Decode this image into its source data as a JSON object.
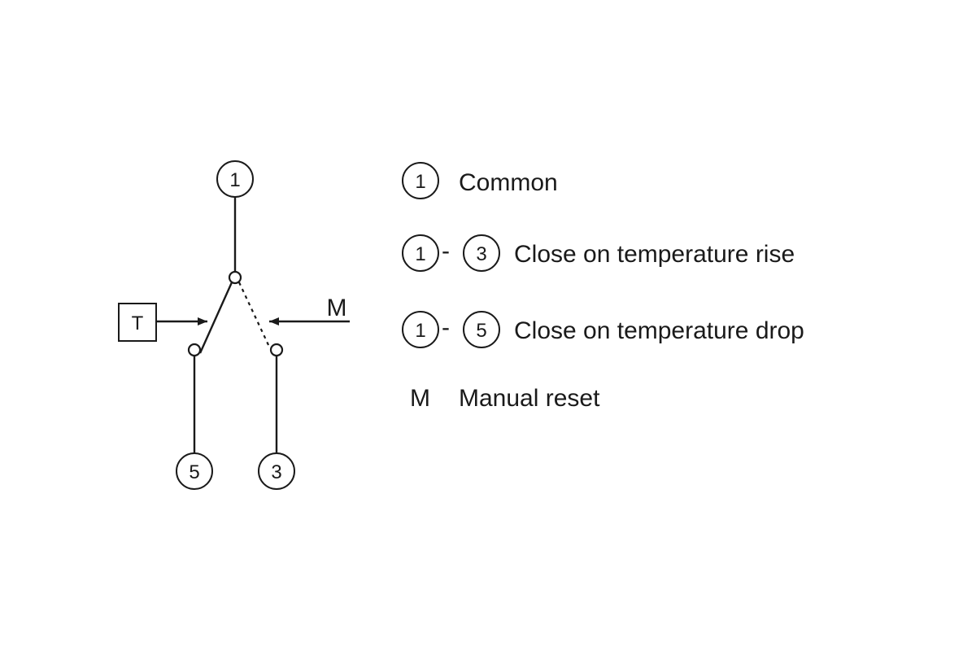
{
  "diagram": {
    "terminals": {
      "common": "1",
      "rise": "3",
      "drop": "5"
    },
    "thermostat_label": "T",
    "manual_reset_label": "M"
  },
  "legend": {
    "items": [
      {
        "terminals": [
          "1"
        ],
        "separator": "",
        "text": "Common"
      },
      {
        "terminals": [
          "1",
          "3"
        ],
        "separator": "-",
        "text": "Close on temperature rise"
      },
      {
        "terminals": [
          "1",
          "5"
        ],
        "separator": "-",
        "text": "Close on temperature drop"
      }
    ],
    "manual": {
      "symbol": "M",
      "text": "Manual reset"
    }
  }
}
